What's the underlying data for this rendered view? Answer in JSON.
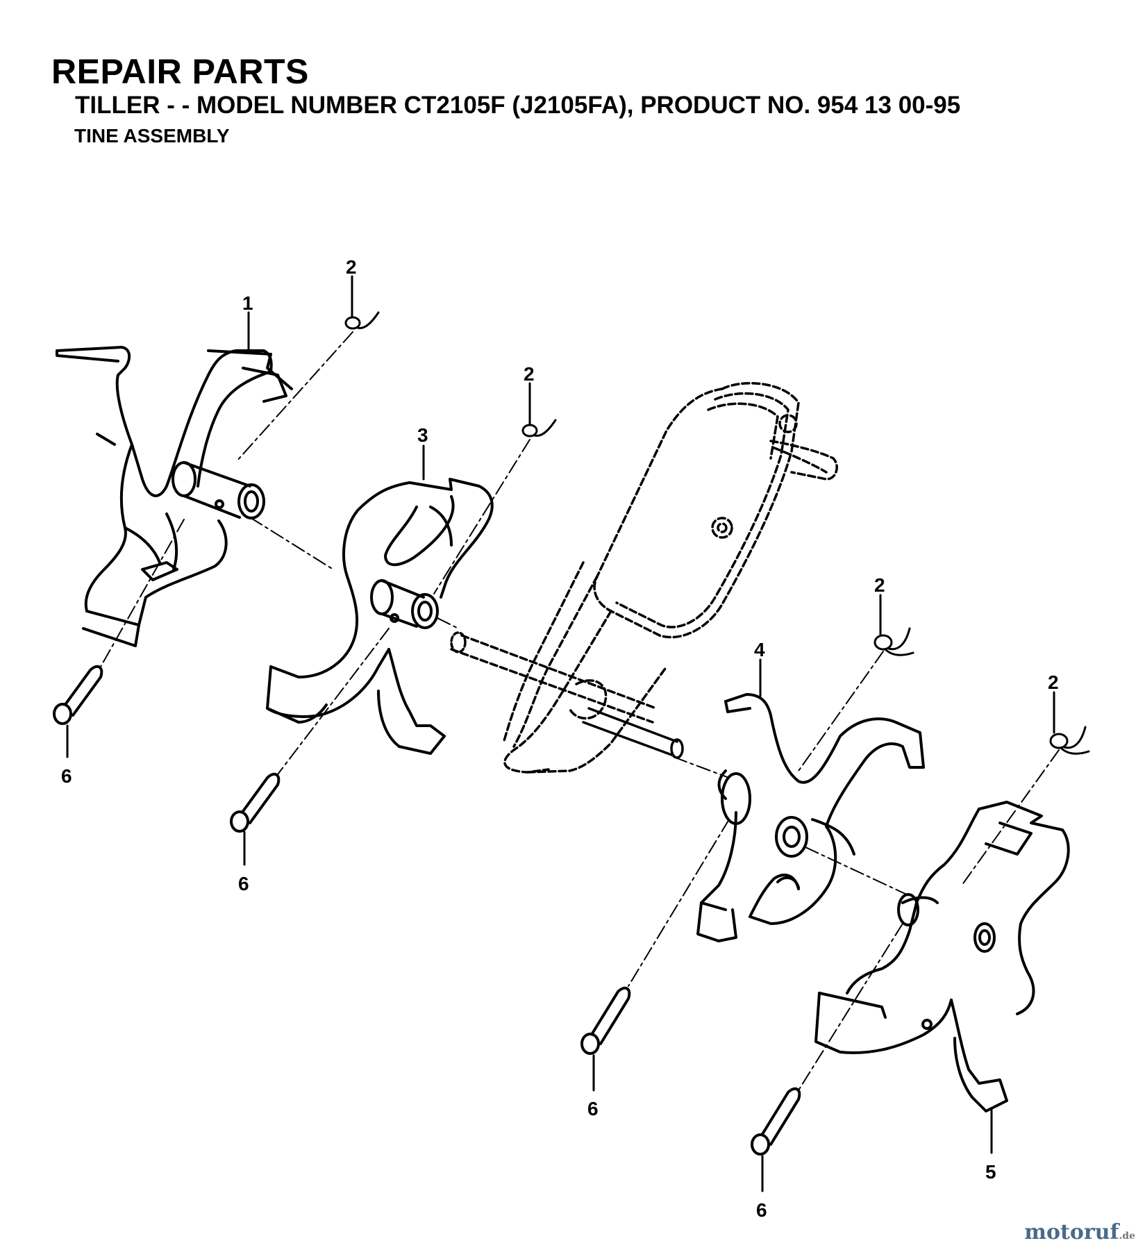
{
  "header": {
    "title": "REPAIR PARTS",
    "subtitle": "TILLER - - MODEL NUMBER CT2105F (J2105FA), PRODUCT NO. 954 13 00-95",
    "section": "TINE ASSEMBLY"
  },
  "callouts": {
    "c1": "1",
    "c2a": "2",
    "c2b": "2",
    "c2c": "2",
    "c2d": "2",
    "c3": "3",
    "c4": "4",
    "c5": "5",
    "c6a": "6",
    "c6b": "6",
    "c6c": "6",
    "c6d": "6"
  },
  "watermark": {
    "text": "motoruf",
    "suffix": ".de"
  }
}
